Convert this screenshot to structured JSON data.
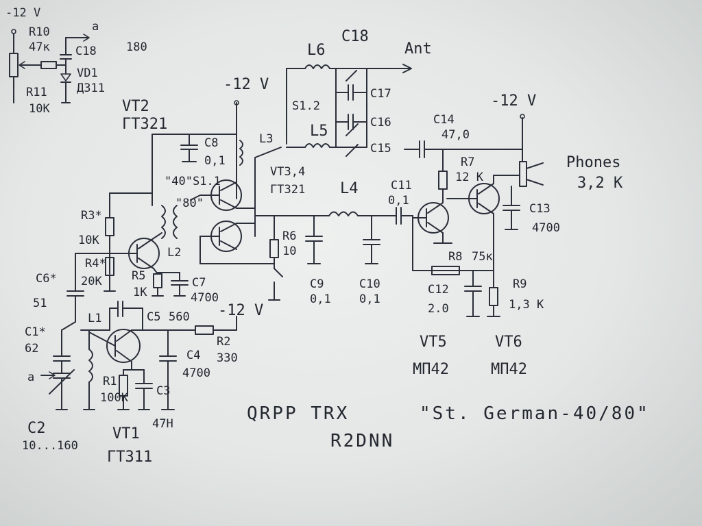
{
  "labels": {
    "v_top_left": "-12 V",
    "r10": "R10",
    "r10_val": "47к",
    "a_top": "a",
    "c18_left": "C18",
    "c18_left_val": "180",
    "vd1": "VD1",
    "vd1_val": "Д311",
    "r11": "R11",
    "r11_val": "10К",
    "vt2": "VT2",
    "vt2_val": "ГТ321",
    "c8": "C8",
    "c8_val": "0,1",
    "v_mid": "-12 V",
    "l3": "L3",
    "l6": "L6",
    "c18_ant": "C18",
    "ant": "Ant",
    "c17": "C17",
    "s12": "S1.2",
    "c16": "C16",
    "l5": "L5",
    "c15": "C15",
    "vt34": "VT3,4",
    "vt34_val": "ГТ321",
    "s11": "\"40\"S1.1",
    "s11_80": "\"80\"",
    "c14": "C14",
    "c14_val": "47,0",
    "v_right": "-12 V",
    "phones": "Phones",
    "phones_val": "3,2 К",
    "r7": "R7",
    "r7_val": "12 К",
    "c11": "C11",
    "c11_val": "0,1",
    "l4": "L4",
    "c13": "C13",
    "c13_val": "4700",
    "r3": "R3*",
    "r3_val": "10К",
    "r4": "R4*",
    "r4_val": "20К",
    "r5": "R5",
    "r5_val": "1К",
    "c7": "C7",
    "c7_val": "4700",
    "l2": "L2",
    "r6": "R6",
    "r6_val": "10",
    "c9": "C9",
    "c9_val": "0,1",
    "c10": "C10",
    "c10_val": "0,1",
    "r8": "R8",
    "r8_val": "75к",
    "c12": "C12",
    "c12_val": "2.0",
    "r9": "R9",
    "r9_val": "1,3 К",
    "c6": "C6*",
    "c6_val": "51",
    "l1": "L1",
    "c5": "C5",
    "c5_val": "560",
    "v_bottom": "-12 V",
    "r2": "R2",
    "r2_val": "330",
    "c1": "C1*",
    "c1_val": "62",
    "a_bottom": "a",
    "r1": "R1",
    "r1_val": "100К",
    "c3": "C3",
    "c3_val": "47Н",
    "c4": "C4",
    "c4_val": "4700",
    "c2": "C2",
    "c2_val": "10...160",
    "vt1": "VT1",
    "vt1_val": "ГТ311",
    "vt5": "VT5",
    "vt5_val": "МП42",
    "vt6": "VT6",
    "vt6_val": "МП42"
  },
  "title": {
    "name": "QRPP  TRX",
    "call": "R2DNN",
    "quote": "\"St. German-40/80\""
  }
}
